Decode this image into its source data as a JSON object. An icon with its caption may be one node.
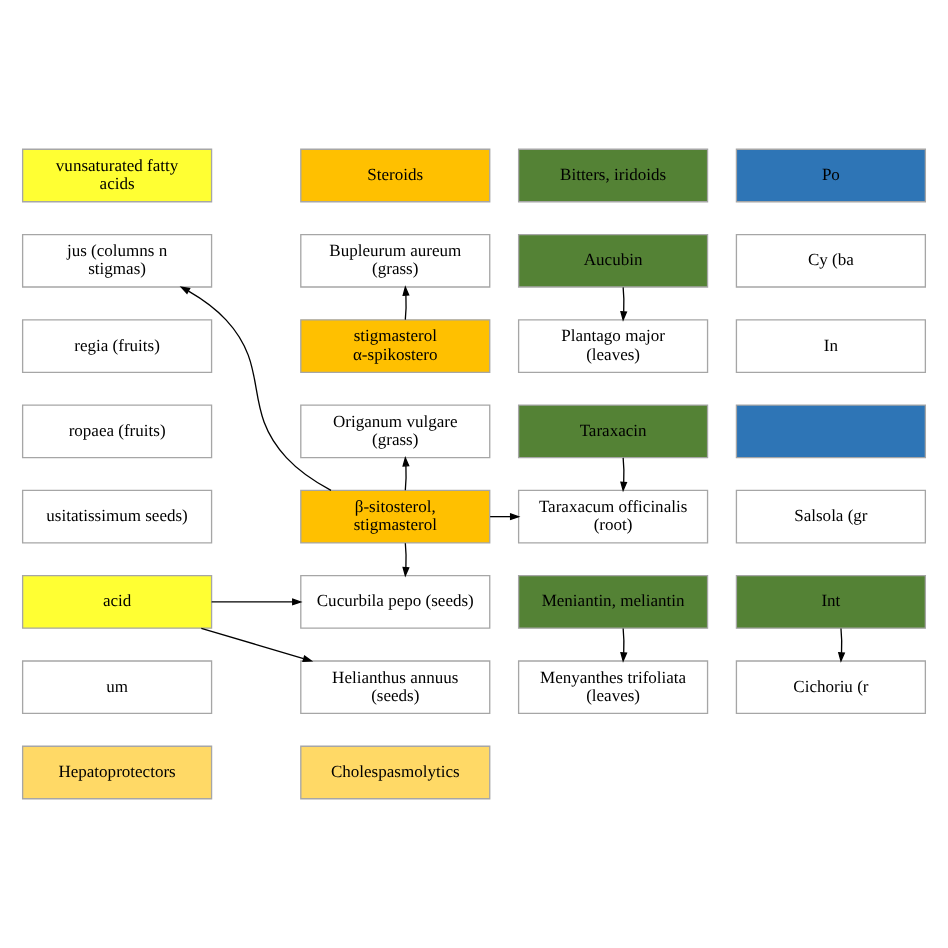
{
  "diagram": {
    "nodes": [
      {
        "text": [
          "vunsaturated fatty acids"
        ]
      },
      {
        "text": [
          "jus (columns n stigmas)"
        ]
      },
      {
        "text": [
          "regia (fruits)"
        ]
      },
      {
        "text": [
          "ropaea (fruits)"
        ]
      },
      {
        "text": [
          "usitatissimum seeds)"
        ]
      },
      {
        "text": [
          "acid"
        ]
      },
      {
        "text": [
          "um"
        ]
      },
      {
        "text": [
          "Steroids"
        ]
      },
      {
        "text": [
          "Bupleurum aureum (grass)"
        ]
      },
      {
        "text": [
          "stigmasterol α-spikostero"
        ]
      },
      {
        "text": [
          "Origanum vulgare (grass)"
        ]
      },
      {
        "text": [
          "β-sitosterol, stigmasterol"
        ]
      },
      {
        "text": [
          "Cucurbila pepo (seeds)"
        ]
      },
      {
        "text": [
          "Helianthus annuus (seeds)"
        ]
      },
      {
        "text": [
          "Bitters, iridoids"
        ]
      },
      {
        "text": [
          "Aucubin"
        ]
      },
      {
        "text": [
          "Plantago major (leaves)"
        ]
      },
      {
        "text": [
          "Taraxacin"
        ]
      },
      {
        "text": [
          "Taraxacum officinalis (root)"
        ]
      },
      {
        "text": [
          "Meniantin, meliantin"
        ]
      },
      {
        "text": [
          "Menyanthes trifoliata (leaves)"
        ]
      },
      {
        "text": [
          "Po"
        ]
      },
      {
        "text": [
          "Cy (ba"
        ]
      },
      {
        "text": [
          "In"
        ]
      },
      {
        "text": [],
        "shape": "box"
      },
      {
        "text": [
          "Salsola (gr"
        ]
      },
      {
        "text": [
          "Int"
        ]
      },
      {
        "text": [
          "Cichoriu (r"
        ]
      },
      {
        "text": [
          "Hepatoprotectors"
        ]
      },
      {
        "text": [
          "Cholespasmolytics"
        ]
      }
    ],
    "edges": [
      {
        "from": 11,
        "to": 1,
        "arrow": "to"
      },
      {
        "from": 9,
        "to": 8,
        "arrow": "to"
      },
      {
        "from": 11,
        "to": 10,
        "arrow": "to"
      },
      {
        "from": 11,
        "to": 18,
        "arrow": "to"
      },
      {
        "from": 11,
        "to": 12,
        "arrow": "to"
      },
      {
        "from": 5,
        "to": 12,
        "arrow": "to"
      },
      {
        "from": 5,
        "to": 13,
        "arrow": "to"
      },
      {
        "from": 15,
        "to": 16,
        "arrow": "to"
      },
      {
        "from": 17,
        "to": 18,
        "arrow": "to"
      },
      {
        "from": 19,
        "to": 20,
        "arrow": "to"
      },
      {
        "from": 26,
        "to": 27,
        "arrow": "to"
      }
    ]
  }
}
